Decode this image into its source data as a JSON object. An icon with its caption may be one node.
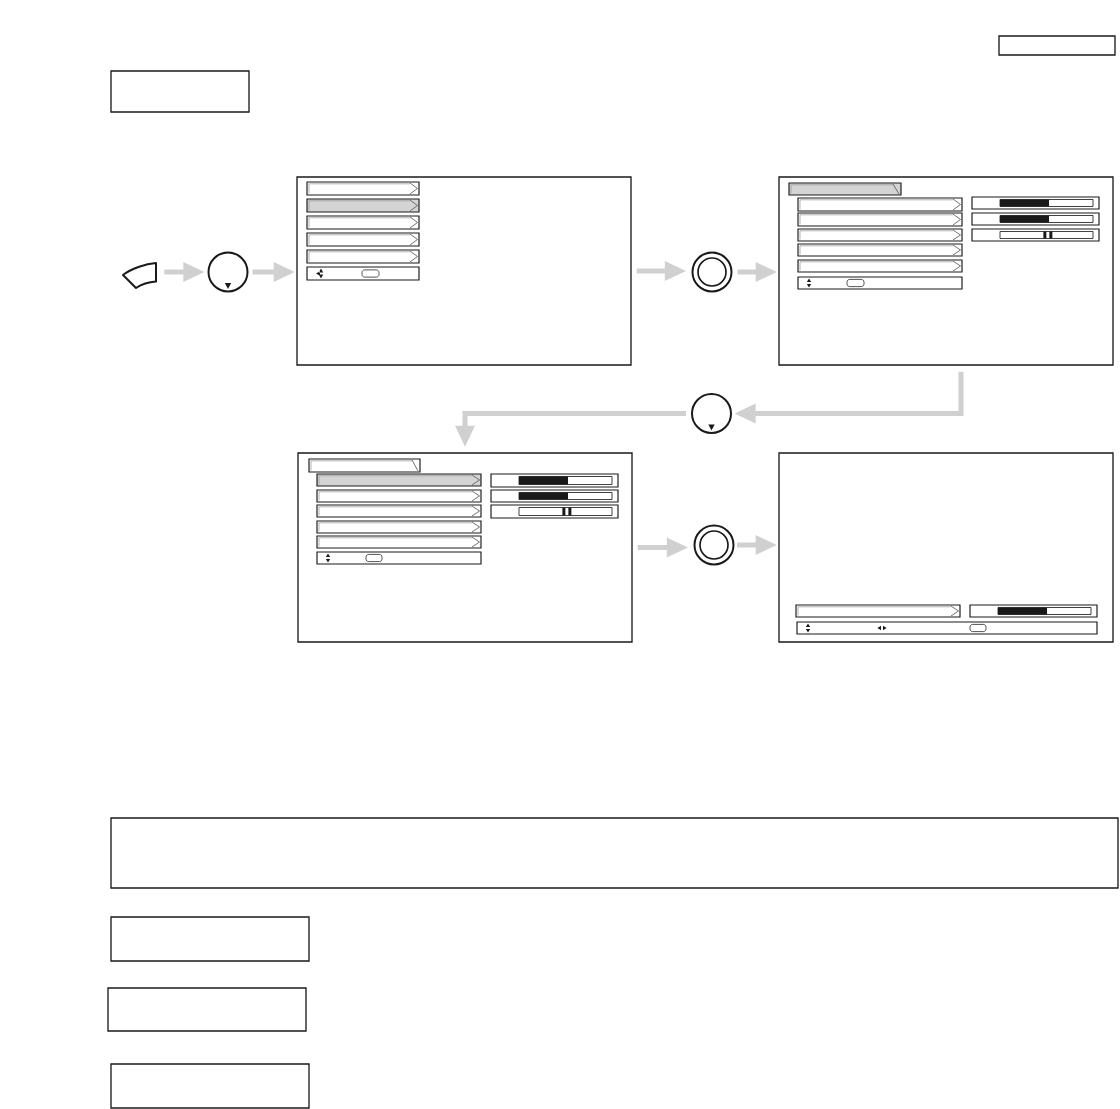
{
  "diagram": {
    "nodes": [
      {
        "text": [],
        "shape": "box"
      },
      {
        "text": [],
        "shape": "box"
      },
      {
        "text": [],
        "shape": "button"
      },
      {
        "text": [],
        "shape": "circle"
      },
      {
        "text": [],
        "shape": "box"
      },
      {
        "text": [],
        "shape": "ring"
      },
      {
        "text": [],
        "shape": "box"
      },
      {
        "text": [],
        "shape": "circle"
      },
      {
        "text": [],
        "shape": "box"
      },
      {
        "text": [],
        "shape": "ring"
      },
      {
        "text": [],
        "shape": "box"
      },
      {
        "text": [],
        "shape": "box"
      },
      {
        "text": [],
        "shape": "box"
      },
      {
        "text": [],
        "shape": "box"
      },
      {
        "text": [],
        "shape": "box"
      }
    ],
    "edges": [
      {
        "from": 2,
        "to": 3,
        "arrow": "to"
      },
      {
        "from": 3,
        "to": 4,
        "arrow": "to"
      },
      {
        "from": 4,
        "to": 5,
        "arrow": "to"
      },
      {
        "from": 5,
        "to": 6,
        "arrow": "to"
      },
      {
        "from": 6,
        "to": 7,
        "arrow": "to"
      },
      {
        "from": 7,
        "to": 8,
        "arrow": "to"
      },
      {
        "from": 8,
        "to": 9,
        "arrow": "to"
      },
      {
        "from": 9,
        "to": 10,
        "arrow": "to"
      }
    ]
  }
}
